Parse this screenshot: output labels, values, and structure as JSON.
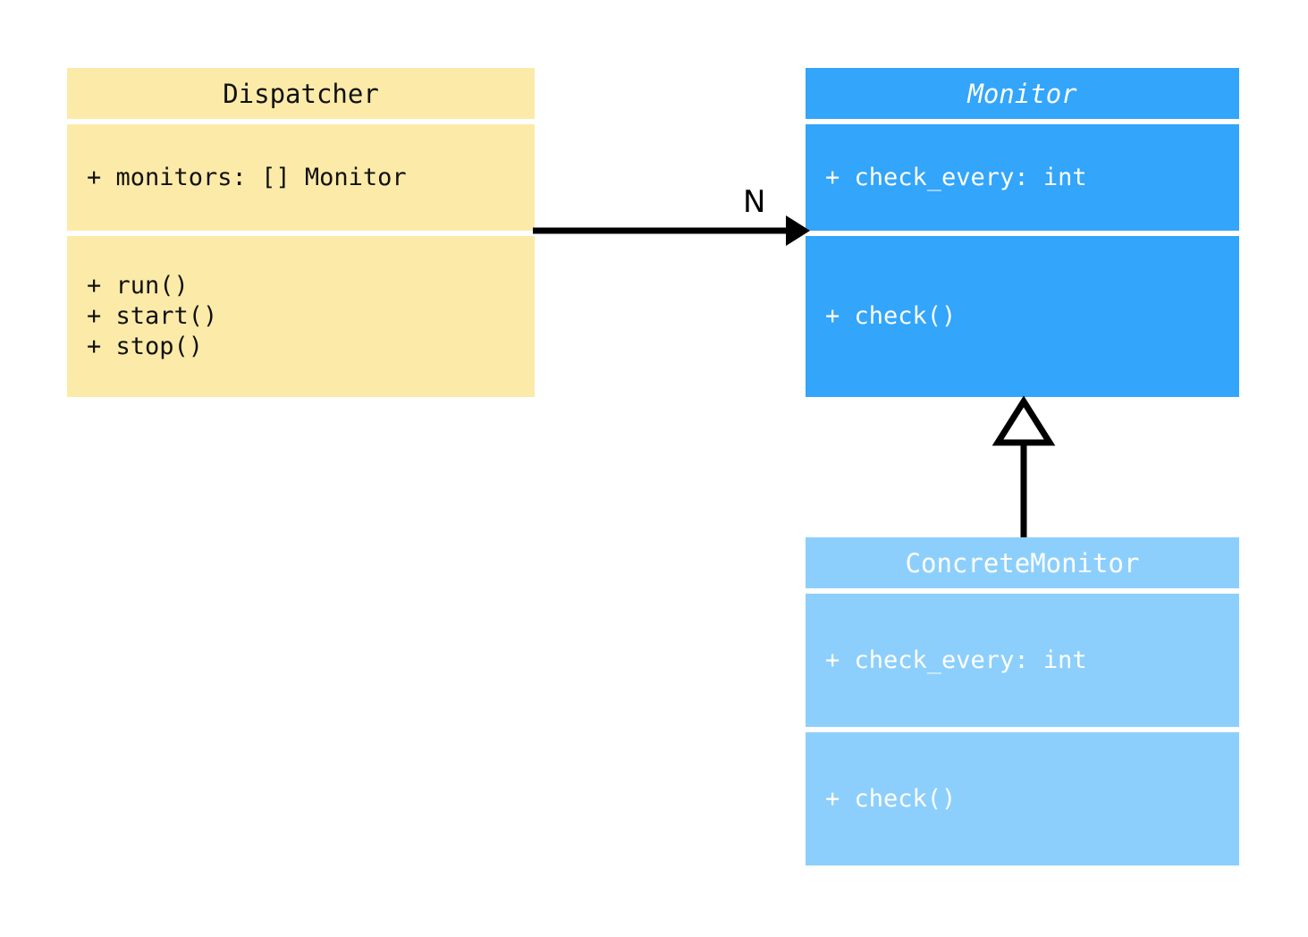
{
  "diagram": {
    "type": "uml-class-diagram",
    "background": "#ffffff"
  },
  "classes": [
    {
      "key": "dispatcher",
      "name": "Dispatcher",
      "abstract": false,
      "fill": "#fceba8",
      "text_color": "#111111",
      "attributes": [
        "+ monitors: [] Monitor"
      ],
      "methods": [
        "+ run()",
        "+ start()",
        "+ stop()"
      ]
    },
    {
      "key": "monitor",
      "name": "Monitor",
      "abstract": true,
      "fill": "#33a5fb",
      "text_color": "#ffffff",
      "attributes": [
        "+ check_every: int"
      ],
      "methods": [
        "+ check()"
      ]
    },
    {
      "key": "concretemonitor",
      "name": "ConcreteMonitor",
      "abstract": false,
      "fill": "#8ccffd",
      "text_color": "#ffffff",
      "attributes": [
        "+ check_every: int"
      ],
      "methods": [
        "+ check()"
      ]
    }
  ],
  "relationships": [
    {
      "key": "dispatcher-monitor",
      "kind": "association",
      "from": "Dispatcher",
      "to": "Monitor",
      "label": "N",
      "arrowhead": "filled-triangle",
      "line": "solid",
      "color": "#000000"
    },
    {
      "key": "concretemonitor-monitor",
      "kind": "generalization",
      "from": "ConcreteMonitor",
      "to": "Monitor",
      "label": "",
      "arrowhead": "hollow-triangle",
      "line": "solid",
      "color": "#000000"
    }
  ]
}
